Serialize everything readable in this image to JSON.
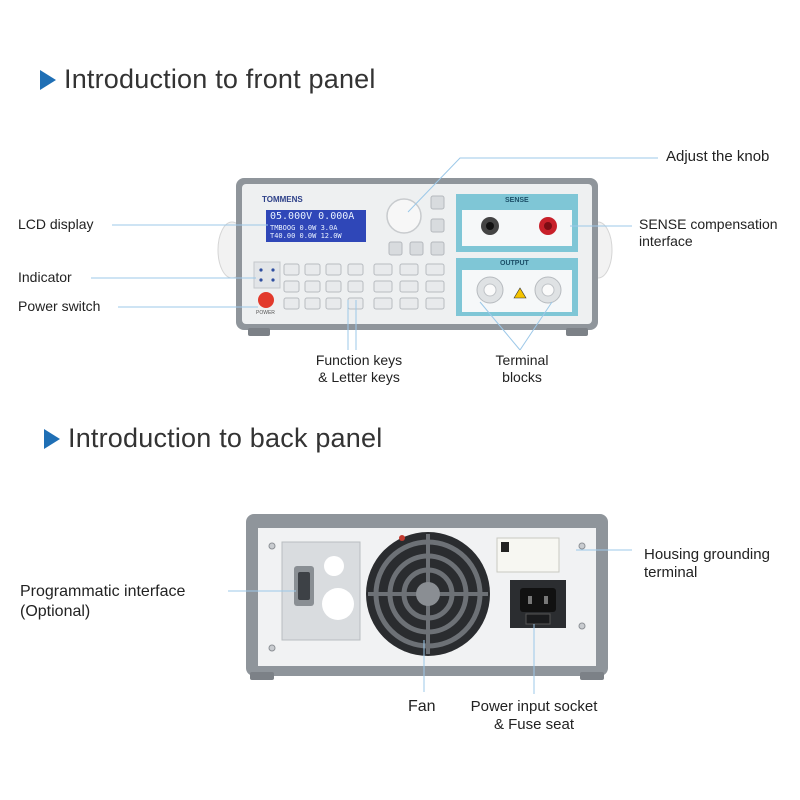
{
  "front_title": "Introduction to front panel",
  "back_title": "Introduction to back panel",
  "front_labels": {
    "knob": "Adjust the knob",
    "lcd": "LCD display",
    "sense": "SENSE compensation interface",
    "indicator": "Indicator",
    "power_switch": "Power switch",
    "function_keys": "Function keys\n& Letter keys",
    "terminal_blocks": "Terminal\nblocks"
  },
  "back_labels": {
    "grounding": "Housing grounding terminal",
    "programmatic": "Programmatic interface\n(Optional)",
    "fan": "Fan",
    "power_input": "Power input socket\n& Fuse seat"
  },
  "device": {
    "brand": "TOMMENS",
    "lcd_line1": "05.000V 0.000A",
    "lcd_line2": "TMBOOG 0.0W 3.0A",
    "lcd_line3": "T40.00 0.0W 12.0W",
    "sense_label": "SENSE",
    "output_label": "OUTPUT",
    "power_label": "POWER"
  },
  "colors": {
    "accent": "#1f6fb5",
    "panel_blue": "#7fc6d6",
    "lcd_bg": "#2f47b8",
    "case_grey": "#9aa0a6"
  }
}
